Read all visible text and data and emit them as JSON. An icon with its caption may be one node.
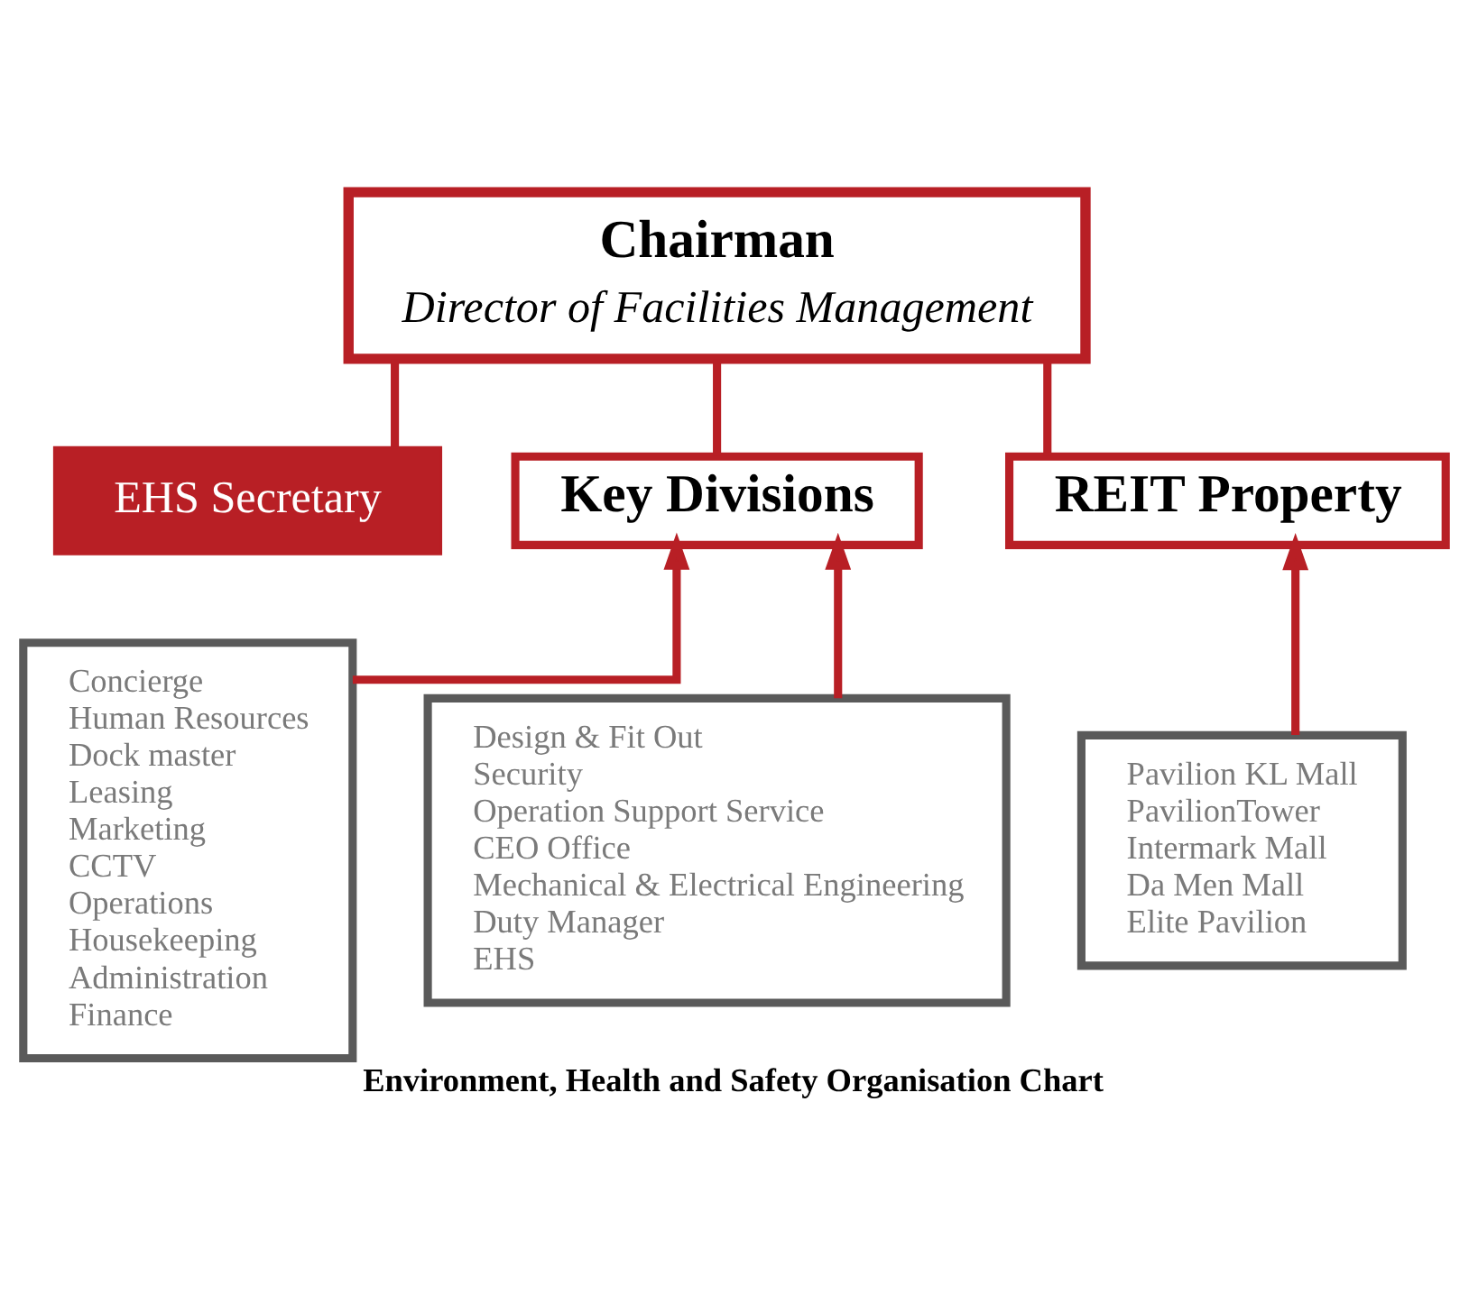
{
  "diagram": {
    "caption": "Environment, Health and Safety Organisation Chart",
    "nodes": [
      {
        "text": [
          "Chairman",
          "Director of Facilities Management"
        ]
      },
      {
        "text": [
          "EHS Secretary"
        ]
      },
      {
        "text": [
          "Key Divisions"
        ]
      },
      {
        "text": [
          "REIT Property"
        ]
      },
      {
        "text": [
          "Concierge",
          "Human Resources",
          "Dock master",
          "Leasing",
          "Marketing",
          "CCTV",
          "Operations",
          "Housekeeping",
          "Administration",
          "Finance"
        ]
      },
      {
        "text": [
          "Design & Fit Out",
          "Security",
          "Operation Support Service",
          "CEO Office",
          "Mechanical & Electrical Engineering",
          "Duty Manager",
          "EHS"
        ]
      },
      {
        "text": [
          "Pavilion KL Mall",
          "PavilionTower",
          "Intermark Mall",
          "Da Men Mall",
          "Elite Pavilion"
        ]
      }
    ],
    "edges": [
      {
        "from": 0,
        "to": 1,
        "arrow": "none"
      },
      {
        "from": 0,
        "to": 2,
        "arrow": "none"
      },
      {
        "from": 0,
        "to": 3,
        "arrow": "none"
      },
      {
        "from": 4,
        "to": 2,
        "arrow": "to"
      },
      {
        "from": 5,
        "to": 2,
        "arrow": "to"
      },
      {
        "from": 6,
        "to": 3,
        "arrow": "to"
      }
    ]
  }
}
